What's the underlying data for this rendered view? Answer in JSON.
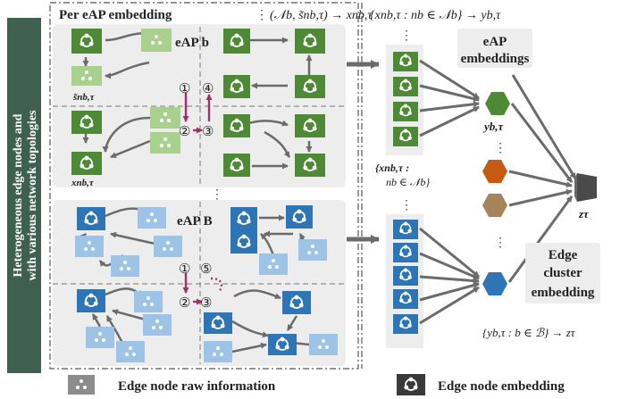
{
  "side_label": {
    "line1": "Heterogeneous edge nodes and",
    "line2": "with various network topologies"
  },
  "header": {
    "per_eap": "Per eAP embedding",
    "formula_left": "(𝒩b, s̃nb,τ) → xnb,τ",
    "formula_right": "{xnb,τ : nb ∈ 𝒩b} → yb,τ"
  },
  "panel_b": {
    "title": "eAP b",
    "s_label": "s̃nb,τ",
    "x_label": "xnb,τ",
    "steps": [
      "①",
      "④",
      "②",
      "③"
    ]
  },
  "panel_B": {
    "title": "eAP B",
    "steps": [
      "①",
      "⑤",
      "②",
      "③"
    ]
  },
  "middle_set": {
    "line1": "{xnb,τ :",
    "line2": "nb ∈ 𝒩b}"
  },
  "right": {
    "eap_embeddings_1": "eAP",
    "eap_embeddings_2": "embeddings",
    "y_label": "yb,τ",
    "z_label": "zτ",
    "cluster_1": "Edge",
    "cluster_2": "cluster",
    "cluster_3": "embedding",
    "bottom_formula": "{yb,τ : b ∈ ℬ} → zτ"
  },
  "legend": {
    "raw": "Edge node raw information",
    "embed": "Edge node embedding"
  },
  "colors": {
    "green_dark": "#4e8a35",
    "green_light": "#a9d18e",
    "blue_dark": "#2e75b6",
    "blue_light": "#9dc3e6",
    "orange": "#c55a11",
    "tan": "#a5845c",
    "purple": "#a0306a",
    "panel": "#ededed",
    "side": "#3f5f50"
  }
}
